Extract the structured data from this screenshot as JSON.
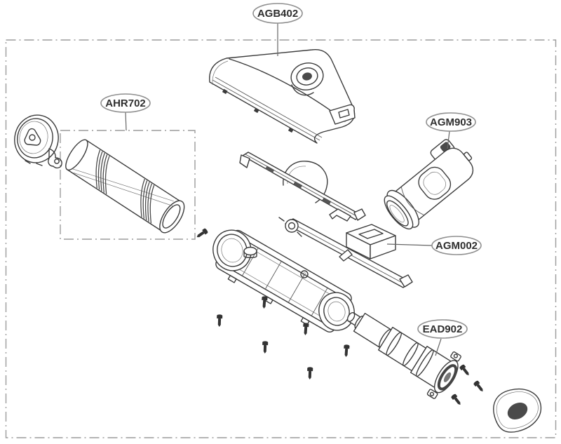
{
  "diagram": {
    "type": "exploded-parts-diagram",
    "callouts": [
      {
        "label": "AGB402",
        "highlighted": true,
        "points_to": "top-cover"
      },
      {
        "label": "AHR702",
        "highlighted": false,
        "points_to": "brush-roller"
      },
      {
        "label": "AGM903",
        "highlighted": false,
        "points_to": "nozzle-motor"
      },
      {
        "label": "AGM002",
        "highlighted": false,
        "points_to": "latch-bar"
      },
      {
        "label": "EAD902",
        "highlighted": false,
        "points_to": "agitator-motor"
      }
    ],
    "colors": {
      "highlight_fill": "#f7e8d4",
      "callout_stroke": "#8f8f8f",
      "line_art": "#3b3b3b",
      "border": "#9b9b9b",
      "text": "#2f2f2f",
      "background": "#ffffff"
    }
  }
}
